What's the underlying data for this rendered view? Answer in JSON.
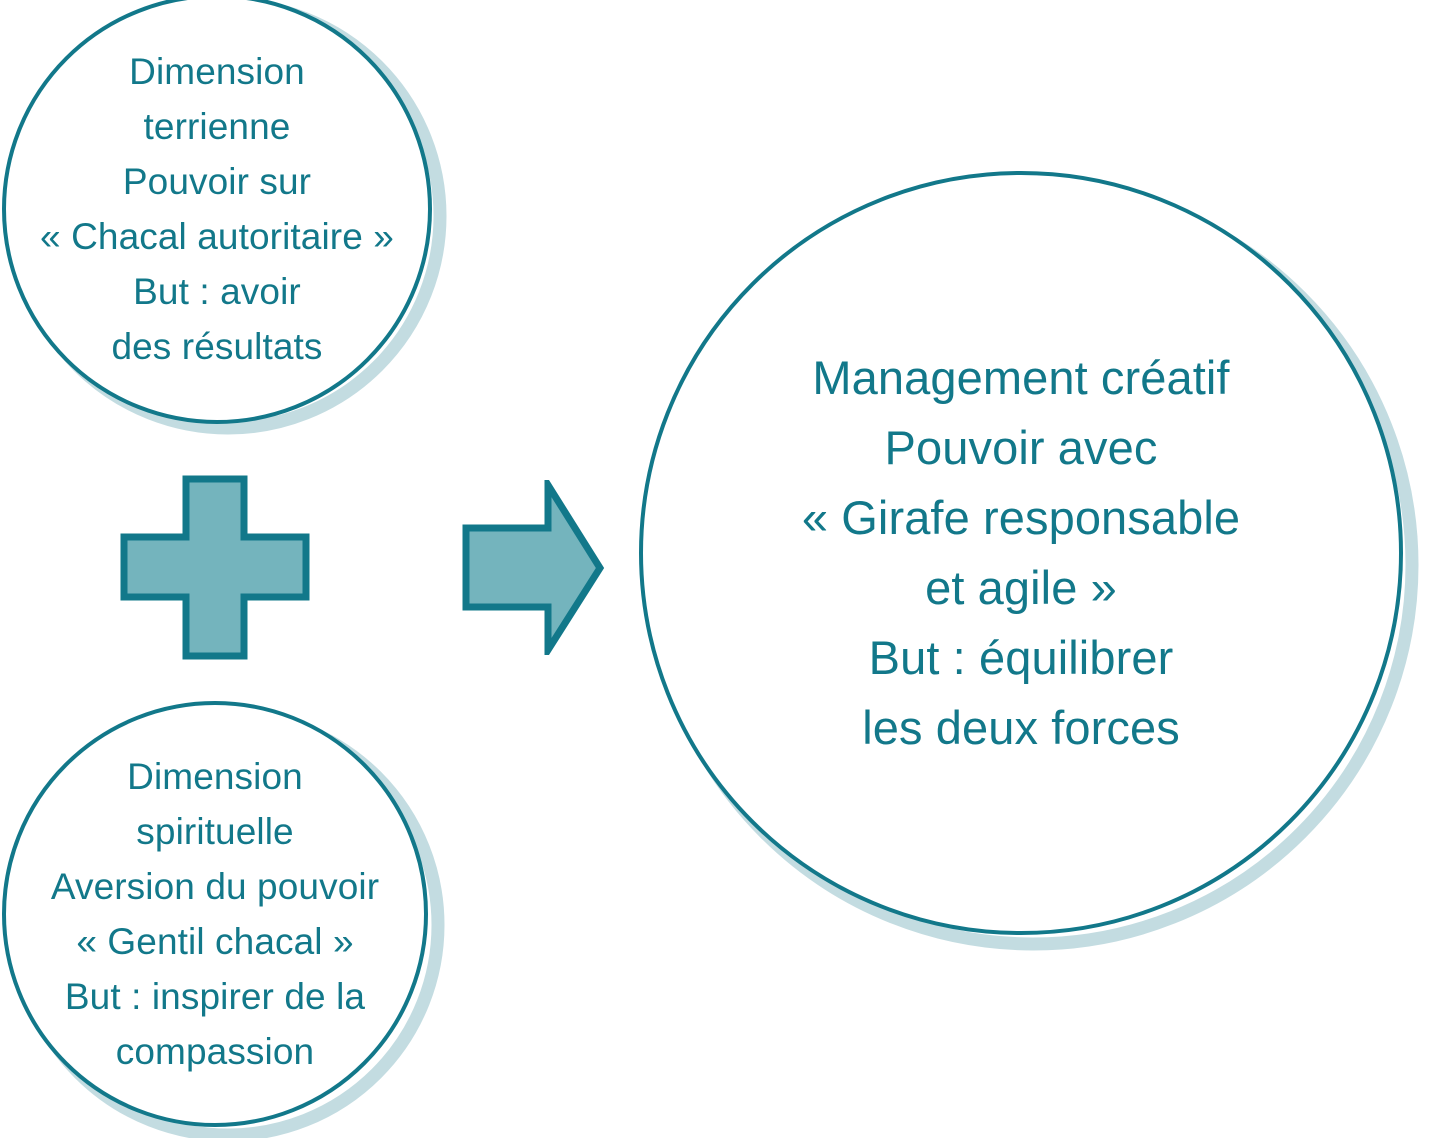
{
  "diagram": {
    "title": "Management créatif",
    "language": "fr",
    "palette": {
      "stroke": "#12788A",
      "text": "#12788A",
      "shape_fill": "#74B4BD",
      "shadow": "#C3DCE1",
      "background": "#FFFFFF"
    }
  },
  "nodes": {
    "earthly": {
      "name": "Dimension terrienne",
      "lines": [
        "Dimension",
        "terrienne",
        "Pouvoir sur",
        "« Chacal autoritaire »",
        "But : avoir",
        "des résultats"
      ]
    },
    "spiritual": {
      "name": "Dimension spirituelle",
      "lines": [
        "Dimension",
        "spirituelle",
        "Aversion du pouvoir",
        "« Gentil chacal »",
        "But : inspirer de la",
        "compassion"
      ]
    },
    "creative": {
      "name": "Management créatif",
      "lines": [
        "Management créatif",
        "Pouvoir avec",
        "« Girafe responsable",
        "et agile »",
        "But : équilibrer",
        "les deux forces"
      ]
    }
  },
  "connectors": {
    "plus": {
      "symbol": "+",
      "label": "plus"
    },
    "arrow": {
      "symbol": "→",
      "label": "leads to"
    }
  }
}
